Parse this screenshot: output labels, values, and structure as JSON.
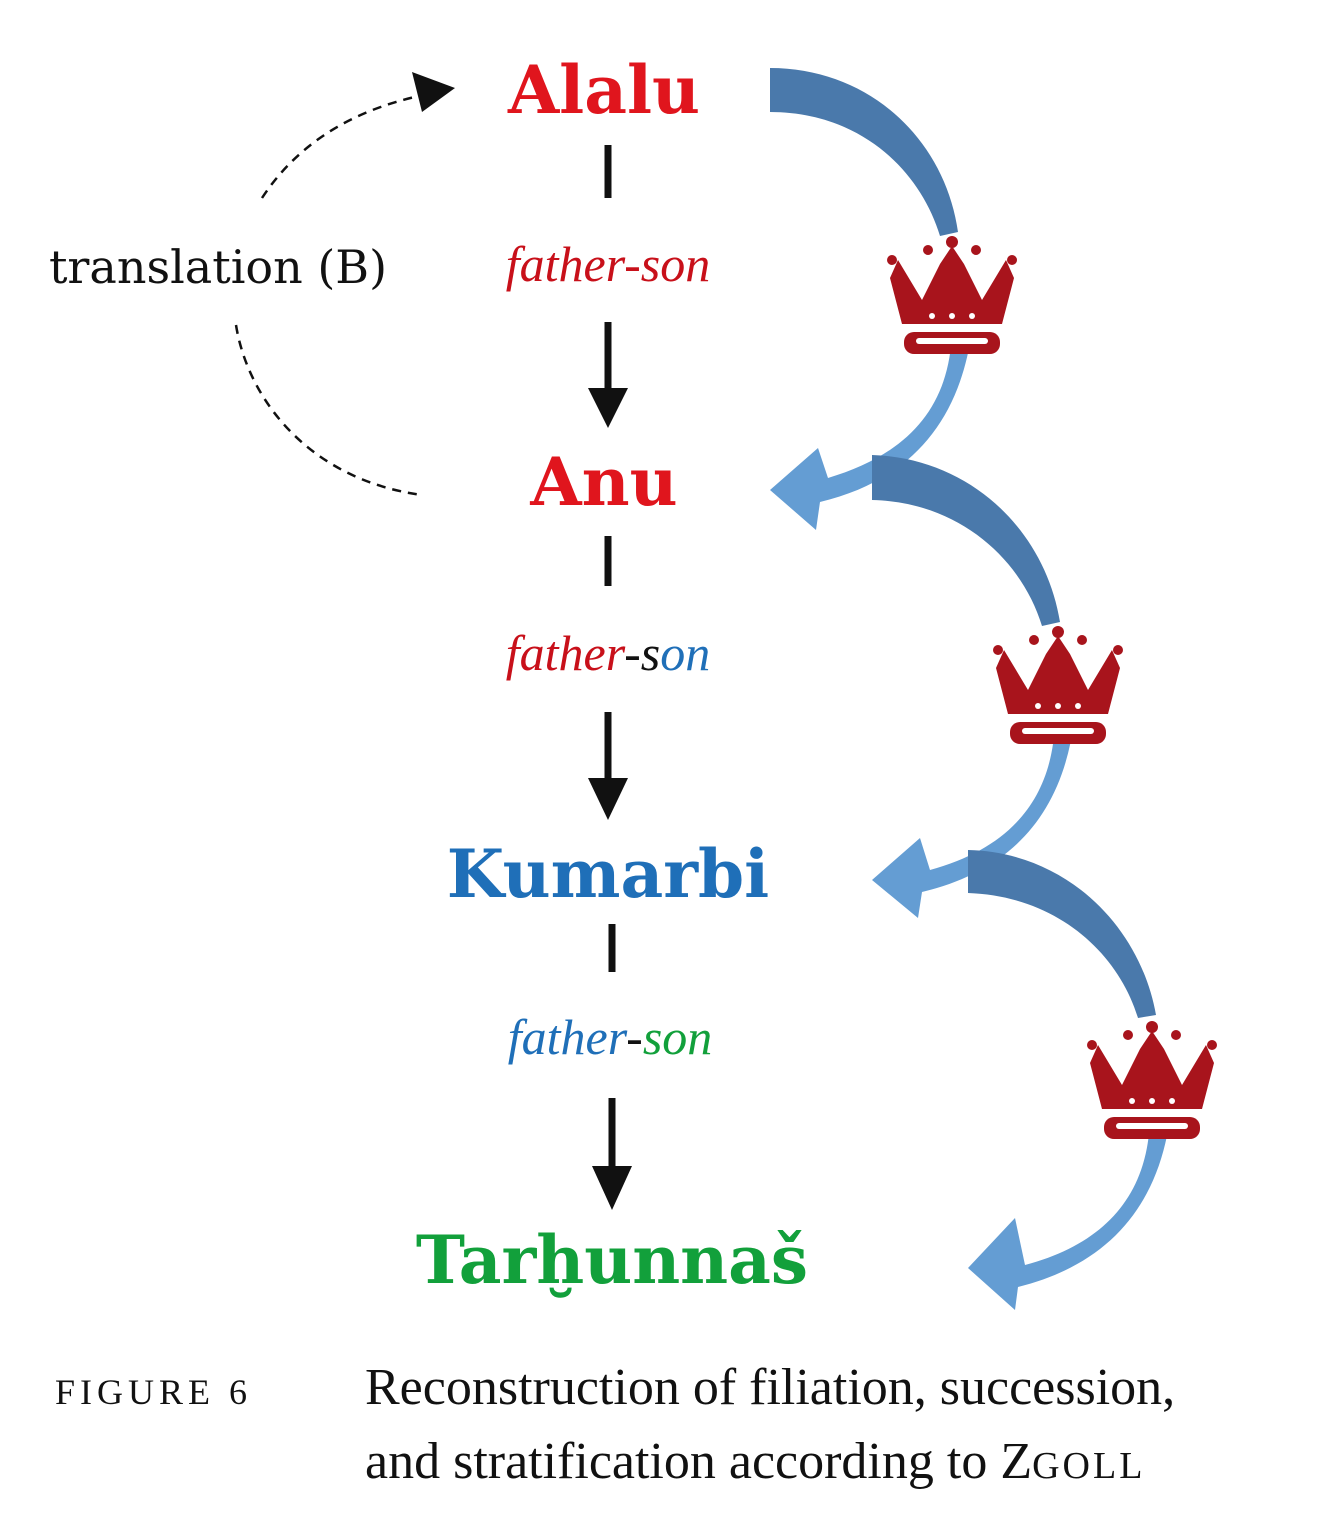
{
  "diagram": {
    "nodes": [
      {
        "id": "alalu",
        "label": "Alalu",
        "color": "#e0151d"
      },
      {
        "id": "anu",
        "label": "Anu",
        "color": "#e0151d"
      },
      {
        "id": "kumarbi",
        "label": "Kumarbi",
        "color": "#1f6fb8"
      },
      {
        "id": "tarhunnas",
        "label": "Tarḫunnaš",
        "color": "#12a03b"
      }
    ],
    "relations": [
      {
        "parts": [
          {
            "text": "father-son",
            "color": "#c8101a"
          }
        ]
      },
      {
        "parts": [
          {
            "text": "father",
            "color": "#c8101a"
          },
          {
            "text": "-s",
            "color": "#111111"
          },
          {
            "text": "on",
            "color": "#1f6fb8"
          }
        ]
      },
      {
        "parts": [
          {
            "text": "father",
            "color": "#1f6fb8"
          },
          {
            "text": "-",
            "color": "#111111"
          },
          {
            "text": "son",
            "color": "#12a03b"
          }
        ]
      }
    ],
    "translation_label": "translation (B)",
    "succession_icon": "crown-icon",
    "colors": {
      "arrow_dark": "#4a79ab",
      "arrow_light": "#649dd3",
      "crown": "#a8141c",
      "black": "#111111"
    }
  },
  "caption": {
    "figure_label": "FIGURE 6",
    "line1": "Reconstruction of filiation, succession,",
    "line2_prefix": "and stratification according to ",
    "author_initial": "Z",
    "author_rest": "GOLL"
  }
}
